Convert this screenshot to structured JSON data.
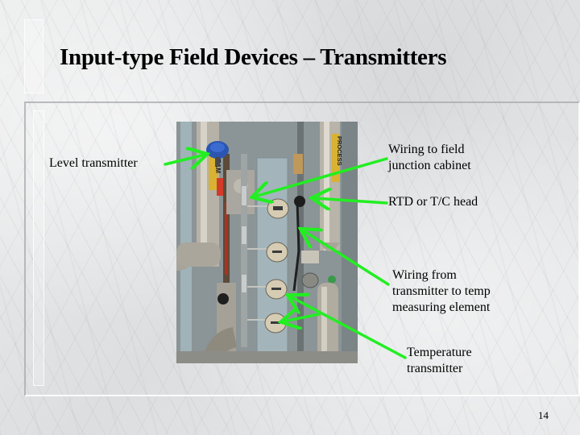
{
  "slide": {
    "title": "Input-type Field Devices – Transmitters",
    "page_number": "14"
  },
  "photo": {
    "description": "Industrial piping rack with transmitters",
    "pipe_labels": [
      "STEAM",
      "PROCESS"
    ]
  },
  "callouts": [
    {
      "id": "level-transmitter",
      "text": "Level transmitter"
    },
    {
      "id": "wiring-to-field",
      "lines": [
        "Wiring to field",
        "junction cabinet"
      ]
    },
    {
      "id": "rtd-head",
      "text": "RTD or T/C head"
    },
    {
      "id": "wiring-from-transmitter",
      "lines": [
        "Wiring from",
        "transmitter to temp",
        "measuring element"
      ]
    },
    {
      "id": "temperature-transmitter",
      "lines": [
        "Temperature",
        "transmitter"
      ]
    }
  ],
  "colors": {
    "arrow": "#22ee22",
    "title": "#000000",
    "background": "#e4e5e6"
  }
}
